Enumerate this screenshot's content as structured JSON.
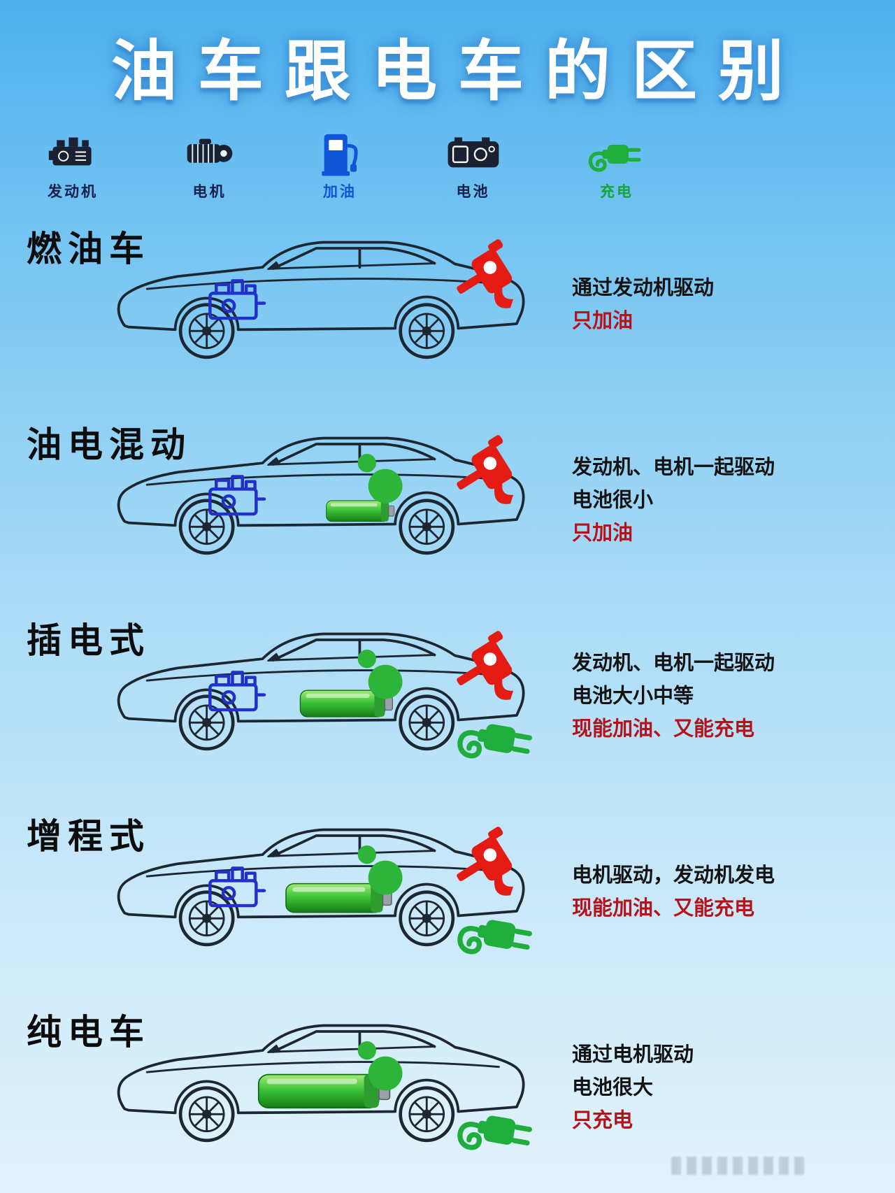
{
  "title": "油车跟电车的区别",
  "legend": [
    {
      "label": "发动机",
      "icon": "engine-icon",
      "color": "#14204d"
    },
    {
      "label": "电机",
      "icon": "motor-icon",
      "color": "#14204d"
    },
    {
      "label": "加油",
      "icon": "fuel-pump-icon",
      "color": "#1256d8"
    },
    {
      "label": "电池",
      "icon": "battery-pack-icon",
      "color": "#14204d"
    },
    {
      "label": "充电",
      "icon": "charging-plug-icon",
      "color": "#14a53c"
    }
  ],
  "icons": {
    "engine": "engine-icon",
    "motor": "motor-icon",
    "refuel": "fuel-nozzle-icon",
    "battery": "battery-icon",
    "charge": "charging-plug-icon"
  },
  "rows": [
    {
      "name": "燃油车",
      "features": {
        "engine": true,
        "motor": false,
        "battery": "none",
        "fuel": true,
        "charge": false
      },
      "desc": [
        {
          "text": "通过发动机驱动",
          "color": "#131313"
        },
        {
          "text": "只加油",
          "color": "#b5121a"
        }
      ]
    },
    {
      "name": "油电混动",
      "features": {
        "engine": true,
        "motor": true,
        "battery": "small",
        "fuel": true,
        "charge": false
      },
      "desc": [
        {
          "text": "发动机、电机一起驱动",
          "color": "#131313"
        },
        {
          "text": "电池很小",
          "color": "#131313"
        },
        {
          "text": "只加油",
          "color": "#b5121a"
        }
      ]
    },
    {
      "name": "插电式",
      "features": {
        "engine": true,
        "motor": true,
        "battery": "medium",
        "fuel": true,
        "charge": true
      },
      "desc": [
        {
          "text": "发动机、电机一起驱动",
          "color": "#131313"
        },
        {
          "text": "电池大小中等",
          "color": "#131313"
        },
        {
          "text": "现能加油、又能充电",
          "color": "#b5121a"
        }
      ]
    },
    {
      "name": "增程式",
      "features": {
        "engine": true,
        "motor": true,
        "battery": "large",
        "fuel": true,
        "charge": true
      },
      "desc": [
        {
          "text": "电机驱动，发动机发电",
          "color": "#131313"
        },
        {
          "text": "现能加油、又能充电",
          "color": "#b5121a"
        }
      ]
    },
    {
      "name": "纯电车",
      "features": {
        "engine": false,
        "motor": true,
        "battery": "xlarge",
        "fuel": false,
        "charge": true
      },
      "desc": [
        {
          "text": "通过电机驱动",
          "color": "#131313"
        },
        {
          "text": "电池很大",
          "color": "#131313"
        },
        {
          "text": "只充电",
          "color": "#b5121a"
        }
      ]
    }
  ],
  "colors": {
    "background_top": "#4db1ee",
    "background_bottom": "#e2f3fc",
    "title_text": "#ffffff",
    "title_glow": "#2f86cf",
    "heading_text": "#0c0c0c",
    "desc_text": "#131313",
    "desc_highlight": "#b5121a",
    "engine_blue": "#2030c8",
    "battery_green": "#3ec43a",
    "motor_green": "#2db53a",
    "nozzle_red": "#e31b12",
    "plug_green": "#1fae3c"
  }
}
